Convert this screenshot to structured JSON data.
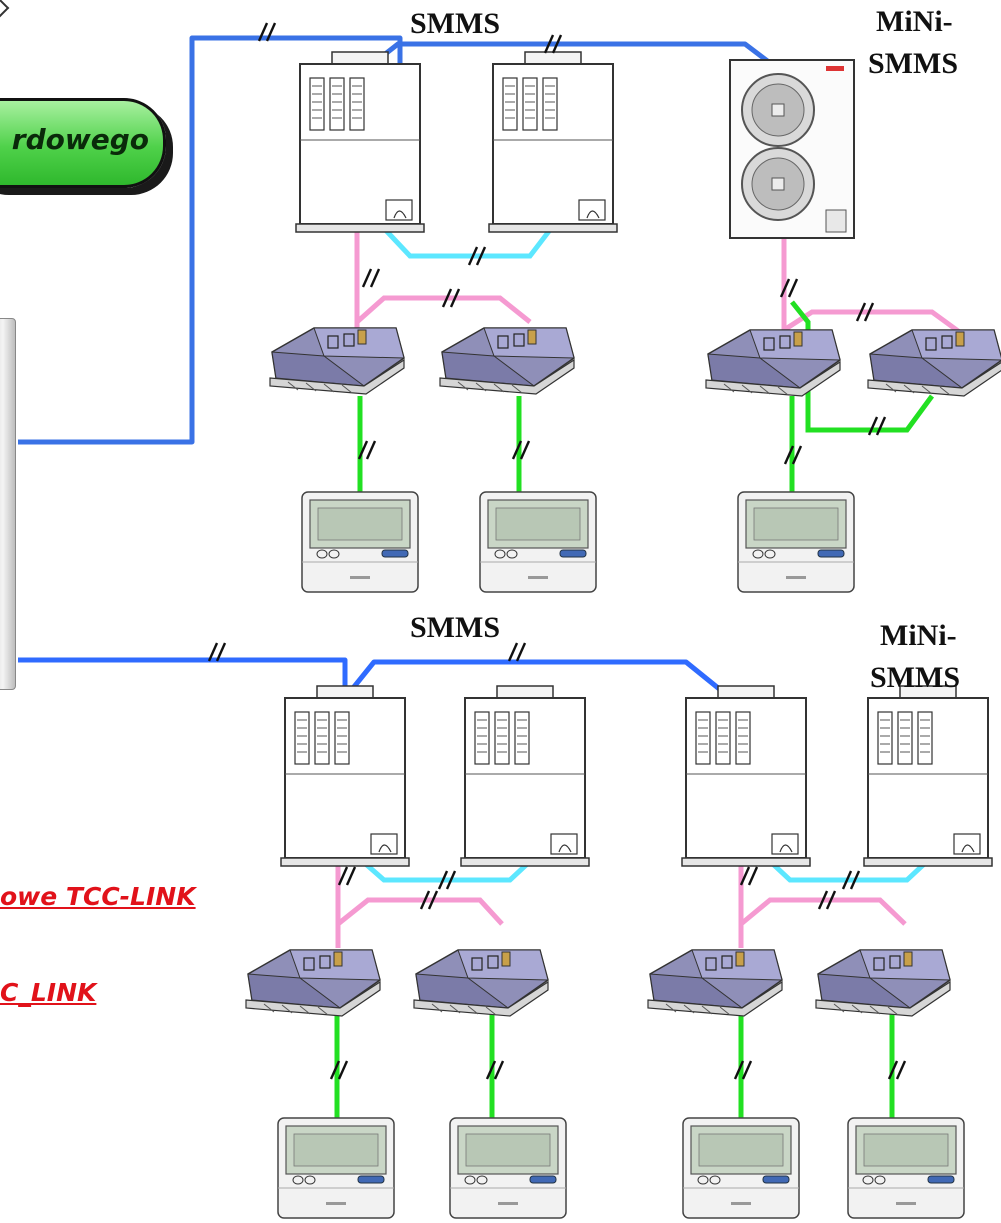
{
  "labels": {
    "smms_top": "SMMS",
    "mini_top_line1": "MiNi-",
    "mini_top_line2": "SMMS",
    "smms_bottom": "SMMS",
    "mini_bottom_line1": "MiNi-",
    "mini_bottom_line2": "SMMS",
    "badge": "rdowego",
    "legend_line1": "owe TCC-LINK",
    "legend_line2": "C_LINK"
  },
  "colors": {
    "central_bus": "#2f6bff",
    "outdoor_link": "#5ce7ff",
    "indoor_link": "#f59ad1",
    "remote_link": "#22e022",
    "badge_green": "#4fd14a",
    "legend_red": "#e1121a"
  },
  "icons": {
    "outdoor_unit": "outdoor-unit-icon",
    "mini_outdoor_unit": "mini-outdoor-unit-icon",
    "indoor_cassette": "cassette-indoor-unit-icon",
    "remote_controller": "remote-controller-icon",
    "line_break_mark": "double-slash-icon"
  }
}
